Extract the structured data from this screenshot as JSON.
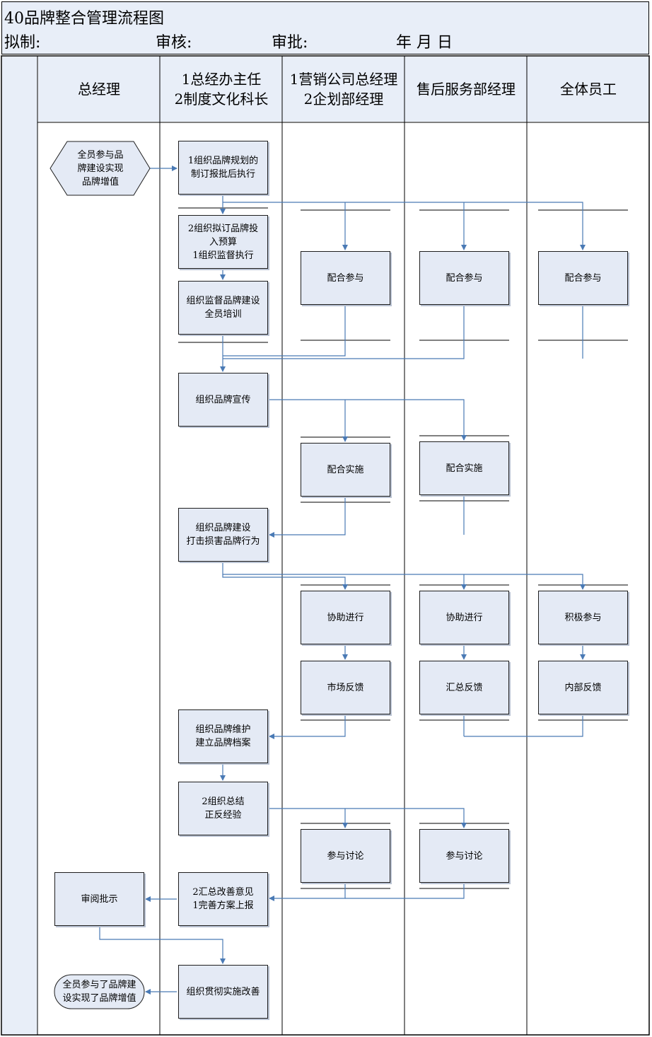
{
  "title": "40品牌整合管理流程图",
  "signoff": {
    "drafted": "拟制:",
    "reviewed": "审核:",
    "approved": "审批:",
    "date": "年   月   日"
  },
  "lanes": [
    "总经理",
    "1总经办主任\n2制度文化科长",
    "1营销公司总经理\n2企划部经理",
    "售后服务部经理",
    "全体员工"
  ],
  "nodes": {
    "start": "全员参与品\n牌建设实现\n品牌增值",
    "plan": "1组织品牌规划的\n制订报批后执行",
    "budget": "2组织拟订品牌投\n入预算\n1组织监督执行",
    "training": "组织监督品牌建设\n全员培训",
    "coop_sales": "配合参与",
    "coop_service": "配合参与",
    "coop_staff": "配合参与",
    "promo": "组织品牌宣传",
    "impl_sales": "配合实施",
    "impl_service": "配合实施",
    "fight": "组织品牌建设\n打击损害品牌行为",
    "assist_sales": "协助进行",
    "assist_service": "协助进行",
    "active_staff": "积极参与",
    "market_fb": "市场反馈",
    "summary_fb": "汇总反馈",
    "internal_fb": "内部反馈",
    "maintain": "组织品牌维护\n建立品牌档案",
    "review": "2组织总结\n正反经验",
    "discuss_sales": "参与讨论",
    "discuss_service": "参与讨论",
    "improve": "2汇总改善意见\n1完善方案上报",
    "approve": "审阅批示",
    "execute": "组织贯彻实施改善",
    "end": "全员参与了品牌建\n设实现了品牌增值"
  },
  "colors": {
    "header_fill": "#e8eef8",
    "box_fill": "#e4eaf5",
    "connector": "#4a7ab5",
    "line": "#000000"
  }
}
